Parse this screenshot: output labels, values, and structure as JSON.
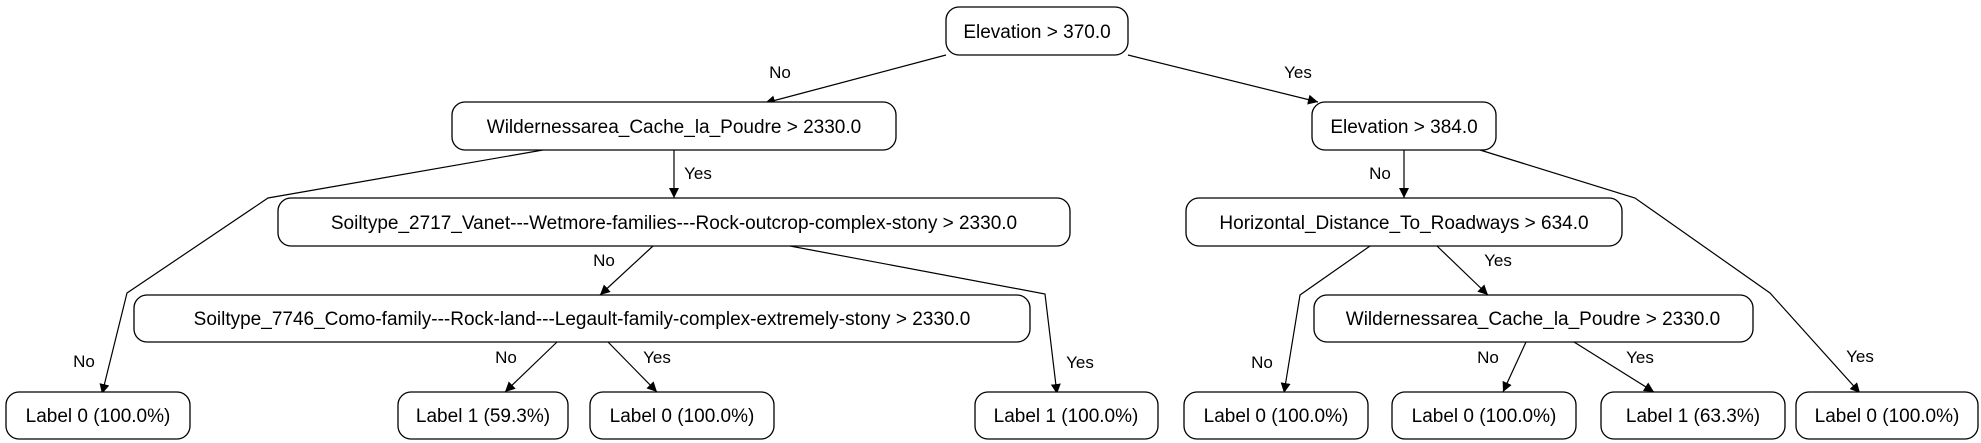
{
  "tree": {
    "nodes": [
      {
        "id": "n0",
        "label": "Elevation > 370.0"
      },
      {
        "id": "n1",
        "label": "Wildernessarea_Cache_la_Poudre > 2330.0"
      },
      {
        "id": "n2",
        "label": "Elevation > 384.0"
      },
      {
        "id": "n3",
        "label": "Soiltype_2717_Vanet---Wetmore-families---Rock-outcrop-complex-stony > 2330.0"
      },
      {
        "id": "n4",
        "label": "Horizontal_Distance_To_Roadways > 634.0"
      },
      {
        "id": "n5",
        "label": "Soiltype_7746_Como-family---Rock-land---Legault-family-complex-extremely-stony > 2330.0"
      },
      {
        "id": "n6",
        "label": "Wildernessarea_Cache_la_Poudre > 2330.0"
      },
      {
        "id": "l1",
        "label": "Label 0 (100.0%)"
      },
      {
        "id": "l2",
        "label": "Label 1 (59.3%)"
      },
      {
        "id": "l3",
        "label": "Label 0 (100.0%)"
      },
      {
        "id": "l4",
        "label": "Label 1 (100.0%)"
      },
      {
        "id": "l5",
        "label": "Label 0 (100.0%)"
      },
      {
        "id": "l6",
        "label": "Label 0 (100.0%)"
      },
      {
        "id": "l7",
        "label": "Label 1 (63.3%)"
      },
      {
        "id": "l8",
        "label": "Label 0 (100.0%)"
      }
    ],
    "edges": [
      {
        "from": "n0",
        "to": "n1",
        "label": "No"
      },
      {
        "from": "n0",
        "to": "n2",
        "label": "Yes"
      },
      {
        "from": "n1",
        "to": "l1",
        "label": "No"
      },
      {
        "from": "n1",
        "to": "n3",
        "label": "Yes"
      },
      {
        "from": "n3",
        "to": "n5",
        "label": "No"
      },
      {
        "from": "n3",
        "to": "l4",
        "label": "Yes"
      },
      {
        "from": "n5",
        "to": "l2",
        "label": "No"
      },
      {
        "from": "n5",
        "to": "l3",
        "label": "Yes"
      },
      {
        "from": "n2",
        "to": "n4",
        "label": "No"
      },
      {
        "from": "n2",
        "to": "l8",
        "label": "Yes"
      },
      {
        "from": "n4",
        "to": "l5",
        "label": "No"
      },
      {
        "from": "n4",
        "to": "n6",
        "label": "Yes"
      },
      {
        "from": "n6",
        "to": "l6",
        "label": "No"
      },
      {
        "from": "n6",
        "to": "l7",
        "label": "Yes"
      }
    ]
  }
}
